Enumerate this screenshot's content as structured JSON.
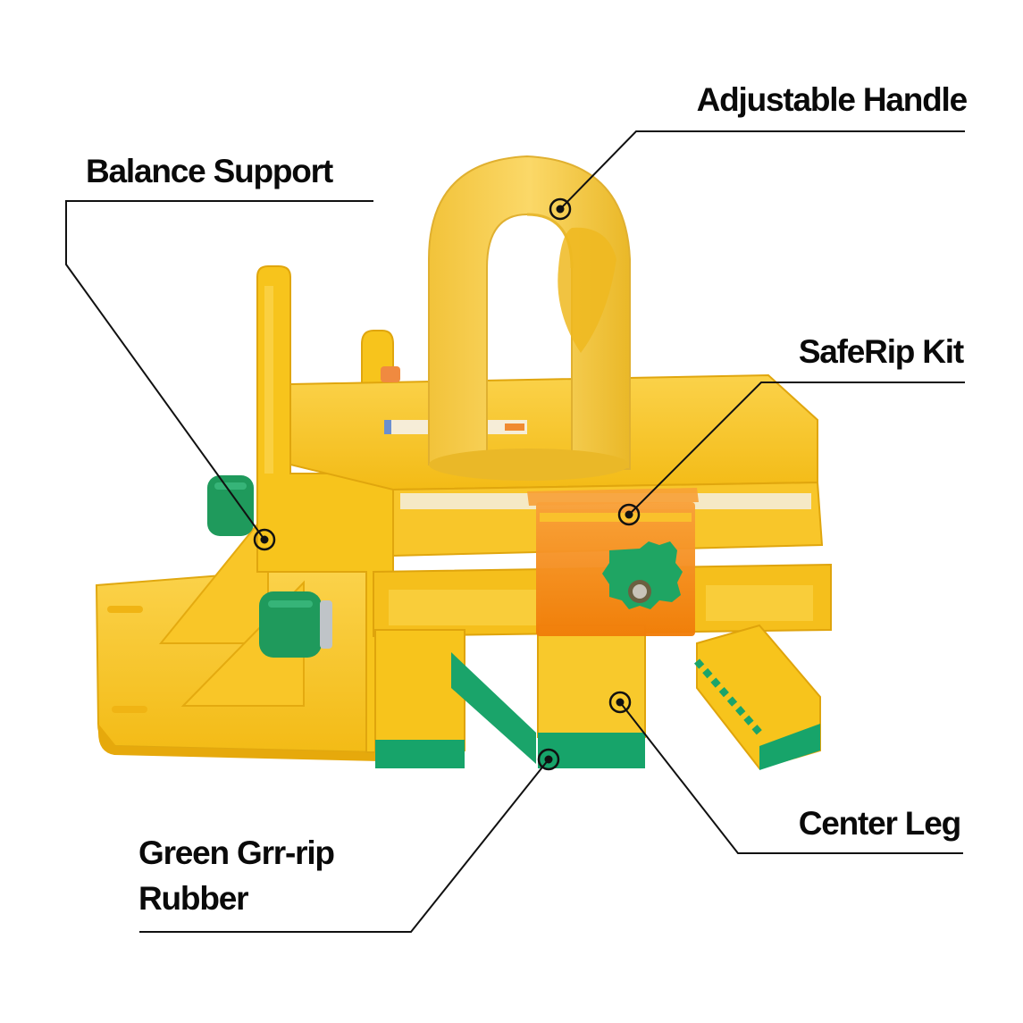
{
  "diagram": {
    "subject": "Yellow push block with green rubber legs",
    "colors": {
      "background": "#ffffff",
      "body_yellow": "#f7c41c",
      "body_shade": "#e8ad10",
      "body_highlight": "#fbd85a",
      "green_rubber": "#1aa46a",
      "green_knob": "#1f9a5c",
      "orange_saferip": "#f48a10",
      "leader_line": "#111111"
    },
    "callouts": [
      {
        "id": "adjustable-handle",
        "label": "Adjustable Handle",
        "dot": [
          627,
          234
        ]
      },
      {
        "id": "balance-support",
        "label": "Balance Support",
        "dot": [
          296,
          604
        ]
      },
      {
        "id": "saferip-kit",
        "label": "SafeRip Kit",
        "dot": [
          704,
          576
        ]
      },
      {
        "id": "center-leg",
        "label": "Center Leg",
        "dot": [
          694,
          786
        ]
      },
      {
        "id": "green-grrrip-rubber",
        "label_line1": "Green Grr-rip",
        "label_line2": "Rubber",
        "dot": [
          614,
          850
        ]
      }
    ]
  }
}
